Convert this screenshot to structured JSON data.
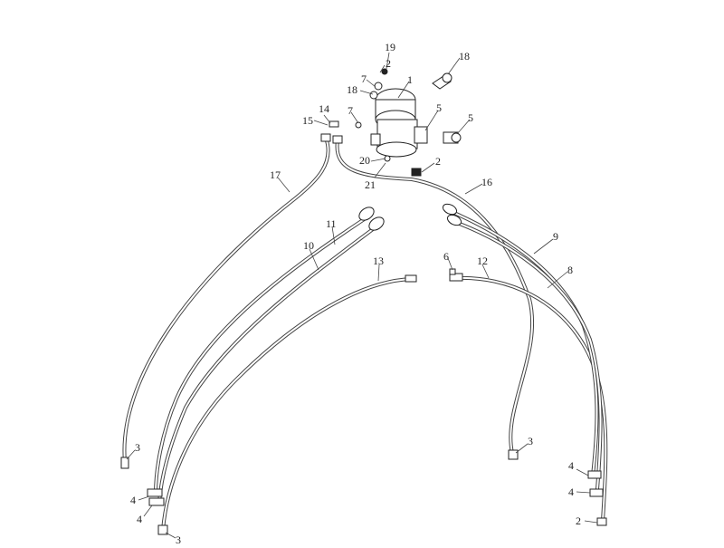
{
  "diagram": {
    "callouts": [
      {
        "id": "c19",
        "text": "19"
      },
      {
        "id": "c2a",
        "text": "2"
      },
      {
        "id": "c18a",
        "text": "18"
      },
      {
        "id": "c7a",
        "text": "7"
      },
      {
        "id": "c1",
        "text": "1"
      },
      {
        "id": "c18b",
        "text": "18"
      },
      {
        "id": "c14",
        "text": "14"
      },
      {
        "id": "c7b",
        "text": "7"
      },
      {
        "id": "c15",
        "text": "15"
      },
      {
        "id": "c5a",
        "text": "5"
      },
      {
        "id": "c5b",
        "text": "5"
      },
      {
        "id": "c20",
        "text": "20"
      },
      {
        "id": "c21",
        "text": "21"
      },
      {
        "id": "c2b",
        "text": "2"
      },
      {
        "id": "c17",
        "text": "17"
      },
      {
        "id": "c16",
        "text": "16"
      },
      {
        "id": "c11",
        "text": "11"
      },
      {
        "id": "c10",
        "text": "10"
      },
      {
        "id": "c13",
        "text": "13"
      },
      {
        "id": "c6",
        "text": "6"
      },
      {
        "id": "c12",
        "text": "12"
      },
      {
        "id": "c9",
        "text": "9"
      },
      {
        "id": "c8",
        "text": "8"
      },
      {
        "id": "c3a",
        "text": "3"
      },
      {
        "id": "c3b",
        "text": "3"
      },
      {
        "id": "c4a",
        "text": "4"
      },
      {
        "id": "c4b",
        "text": "4"
      },
      {
        "id": "c4c",
        "text": "4"
      },
      {
        "id": "c4d",
        "text": "4"
      },
      {
        "id": "c2c",
        "text": "2"
      },
      {
        "id": "c3c",
        "text": "3"
      }
    ]
  }
}
